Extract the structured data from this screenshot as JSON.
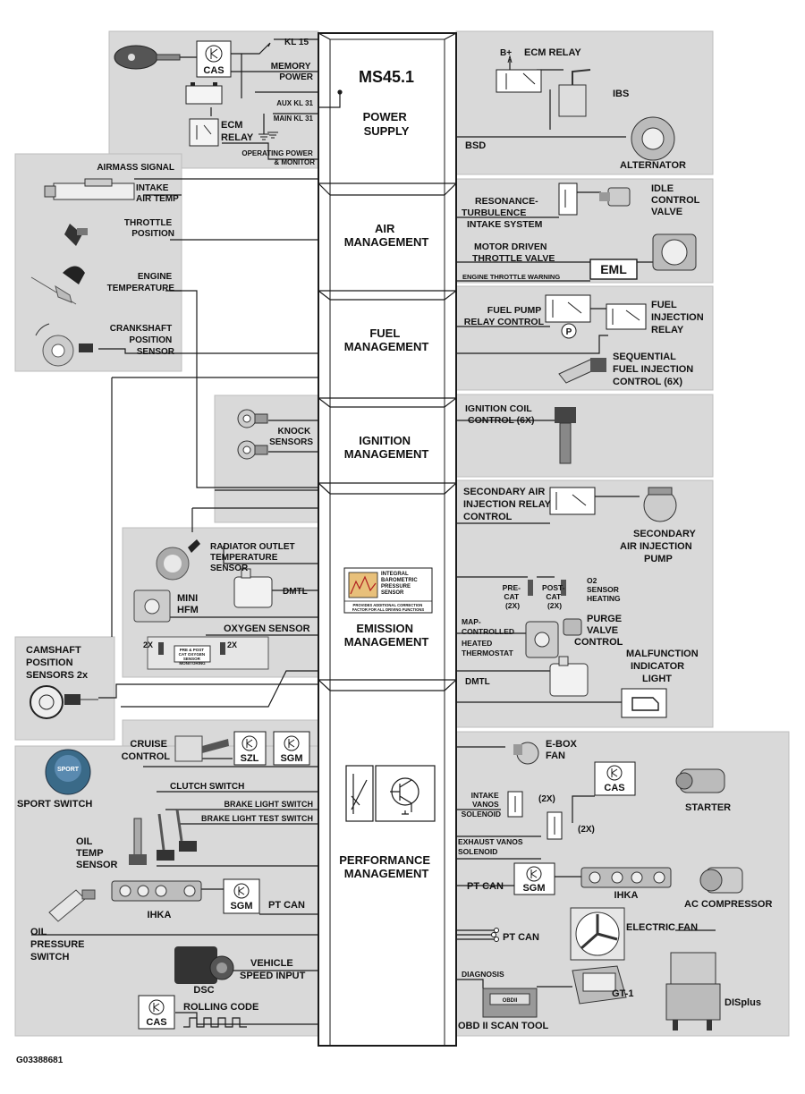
{
  "colors": {
    "panel": "#d9d9d9",
    "panel_stroke": "#bdbdbd",
    "line": "#1a1a1a",
    "column": "#ffffff",
    "text": "#111111"
  },
  "central": {
    "title": "MS45.1",
    "sections": {
      "power": [
        "POWER",
        "SUPPLY"
      ],
      "air": [
        "AIR",
        "MANAGEMENT"
      ],
      "fuel": [
        "FUEL",
        "MANAGEMENT"
      ],
      "ignition": [
        "IGNITION",
        "MANAGEMENT"
      ],
      "emission": [
        "EMISSION",
        "MANAGEMENT"
      ],
      "performance": [
        "PERFORMANCE",
        "MANAGEMENT"
      ]
    },
    "baro_sensor": [
      "INTEGRAL",
      "BAROMETRIC",
      "PRESSURE",
      "SENSOR"
    ],
    "baro_note": [
      "PROVIDES ADDITIONAL CORRECTION",
      "FACTOR FOR ALL DRIVING FUNCTIONS"
    ]
  },
  "left": {
    "kl15": "KL 15",
    "memory_power": [
      "MEMORY",
      "POWER"
    ],
    "aux_kl31": "AUX KL 31",
    "main_kl31": "MAIN KL 31",
    "ecm_relay": [
      "ECM",
      "RELAY"
    ],
    "operating_power": [
      "OPERATING POWER",
      "& MONITOR"
    ],
    "cas": "CAS",
    "airmass_signal": "AIRMASS SIGNAL",
    "intake_air_temp": [
      "INTAKE",
      "AIR TEMP"
    ],
    "throttle_position": [
      "THROTTLE",
      "POSITION"
    ],
    "engine_temperature": [
      "ENGINE",
      "TEMPERATURE"
    ],
    "crankshaft": [
      "CRANKSHAFT",
      "POSITION",
      "SENSOR"
    ],
    "knock_sensors": [
      "KNOCK",
      "SENSORS"
    ],
    "radiator_outlet": [
      "RADIATOR OUTLET",
      "TEMPERATURE",
      "SENSOR"
    ],
    "dmtl": "DMTL",
    "mini_hfm": [
      "MINI",
      "HFM"
    ],
    "oxygen_sensor": "OXYGEN SENSOR",
    "two_x": "2X",
    "o2_box": [
      "PRE & POST",
      "CAT OXYGEN",
      "SENSOR",
      "MONITORING"
    ],
    "camshaft": [
      "CAMSHAFT",
      "POSITION",
      "SENSORS 2x"
    ],
    "cruise_control": [
      "CRUISE",
      "CONTROL"
    ],
    "szl": "SZL",
    "sgm": "SGM",
    "sport_switch": "SPORT SWITCH",
    "sport_badge": "SPORT",
    "clutch_switch": "CLUTCH SWITCH",
    "brake_light_switch": "BRAKE LIGHT SWITCH",
    "brake_light_test": "BRAKE LIGHT  TEST SWITCH",
    "oil_temp": [
      "OIL",
      "TEMP",
      "SENSOR"
    ],
    "ihka": "IHKA",
    "pt_can": "PT CAN",
    "oil_pressure": [
      "OIL",
      "PRESSURE",
      "SWITCH"
    ],
    "dsc": "DSC",
    "vehicle_speed": [
      "VEHICLE",
      "SPEED INPUT"
    ],
    "rolling_code": "ROLLING CODE"
  },
  "right": {
    "b_plus": "B+",
    "ecm_relay": "ECM RELAY",
    "ibs": "IBS",
    "bsd": "BSD",
    "alternator": "ALTERNATOR",
    "resonance": [
      "RESONANCE-",
      "TURBULENCE",
      "INTAKE SYSTEM"
    ],
    "idle_control": [
      "IDLE",
      "CONTROL",
      "VALVE"
    ],
    "motor_throttle": [
      "MOTOR DRIVEN",
      "THROTTLE VALVE"
    ],
    "engine_throttle_warning": "ENGINE THROTTLE WARNING",
    "eml": "EML",
    "fuel_pump": [
      "FUEL PUMP",
      "RELAY CONTROL"
    ],
    "p_symbol": "P",
    "fuel_injection_relay": [
      "FUEL",
      "INJECTION",
      "RELAY"
    ],
    "sequential": [
      "SEQUENTIAL",
      "FUEL INJECTION",
      "CONTROL (6X)"
    ],
    "ignition_coil": [
      "IGNITION COIL",
      "CONTROL (6X)"
    ],
    "secondary_relay": [
      "SECONDARY AIR",
      "INJECTION RELAY",
      "CONTROL"
    ],
    "secondary_pump": [
      "SECONDARY",
      "AIR INJECTION",
      "PUMP"
    ],
    "pre_cat": [
      "PRE-",
      "CAT",
      "(2X)"
    ],
    "post_cat": [
      "POST-",
      "CAT",
      "(2X)"
    ],
    "o2_heating": [
      "O2",
      "SENSOR",
      "HEATING"
    ],
    "map_controlled": [
      "MAP-",
      "CONTROLLED"
    ],
    "heated_thermostat": [
      "HEATED",
      "THERMOSTAT"
    ],
    "purge_valve": [
      "PURGE",
      "VALVE",
      "CONTROL"
    ],
    "dmtl": "DMTL",
    "malfunction": [
      "MALFUNCTION",
      "INDICATOR",
      "LIGHT"
    ],
    "ebox_fan": [
      "E-BOX",
      "FAN"
    ],
    "cas": "CAS",
    "starter": "STARTER",
    "intake_vanos": [
      "INTAKE",
      "VANOS",
      "SOLENOID"
    ],
    "two_x_a": "(2X)",
    "two_x_b": "(2X)",
    "exhaust_vanos": [
      "EXHAUST  VANOS",
      "SOLENOID"
    ],
    "pt_can": "PT CAN",
    "sgm": "SGM",
    "ihka": "IHKA",
    "ac_compressor": "AC COMPRESSOR",
    "electric_fan": "ELECTRIC FAN",
    "pt_can_2": "PT CAN",
    "diagnosis": "DIAGNOSIS",
    "obd_box": "OBDII",
    "gt1": "GT-1",
    "displus": "DISplus",
    "obd_scan_tool": "OBD II SCAN TOOL"
  },
  "figure_id": "G03388681"
}
